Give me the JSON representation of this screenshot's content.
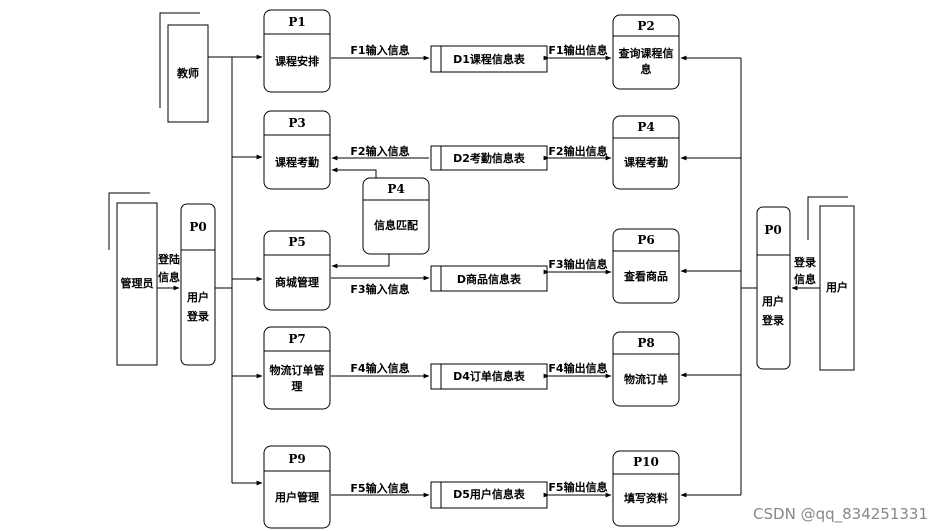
{
  "processes": [
    {
      "id": "P1",
      "label": "课程安排"
    },
    {
      "id": "P2",
      "label": "查询课程信息"
    },
    {
      "id": "P3",
      "label": "课程考勤"
    },
    {
      "id": "P4",
      "label": "课程考勤"
    },
    {
      "id": "P4",
      "label": "信息匹配"
    },
    {
      "id": "P5",
      "label": "商城管理"
    },
    {
      "id": "P6",
      "label": "查看商品"
    },
    {
      "id": "P7",
      "label": "物流订单管理"
    },
    {
      "id": "P8",
      "label": "物流订单"
    },
    {
      "id": "P9",
      "label": "用户管理"
    },
    {
      "id": "P10",
      "label": "填写资料"
    },
    {
      "id": "P0",
      "label": "用户登录"
    },
    {
      "id": "P0",
      "label": "用户登录"
    }
  ],
  "externals": {
    "teacher": "教师",
    "admin": "管理员",
    "user": "用户"
  },
  "stores": [
    {
      "label": "D1课程信息表"
    },
    {
      "label": "D2考勤信息表"
    },
    {
      "label": "D商品信息表"
    },
    {
      "label": "D4订单信息表"
    },
    {
      "label": "D5用户信息表"
    }
  ],
  "flows": {
    "f1_in": "F1输入信息",
    "f1_out": "F1输出信息",
    "f2_in": "F2输入信息",
    "f2_out": "F2输出信息",
    "f3_in": "F3输入信息",
    "f3_out": "F3输出信息",
    "f4_in": "F4输入信息",
    "f4_out": "F4输出信息",
    "f5_in": "F5输入信息",
    "f5_out": "F5输出信息",
    "admin_login_1": "登陆",
    "admin_login_2": "信息",
    "user_login_1": "登录",
    "user_login_2": "信息"
  },
  "watermark": "CSDN @qq_834251331"
}
